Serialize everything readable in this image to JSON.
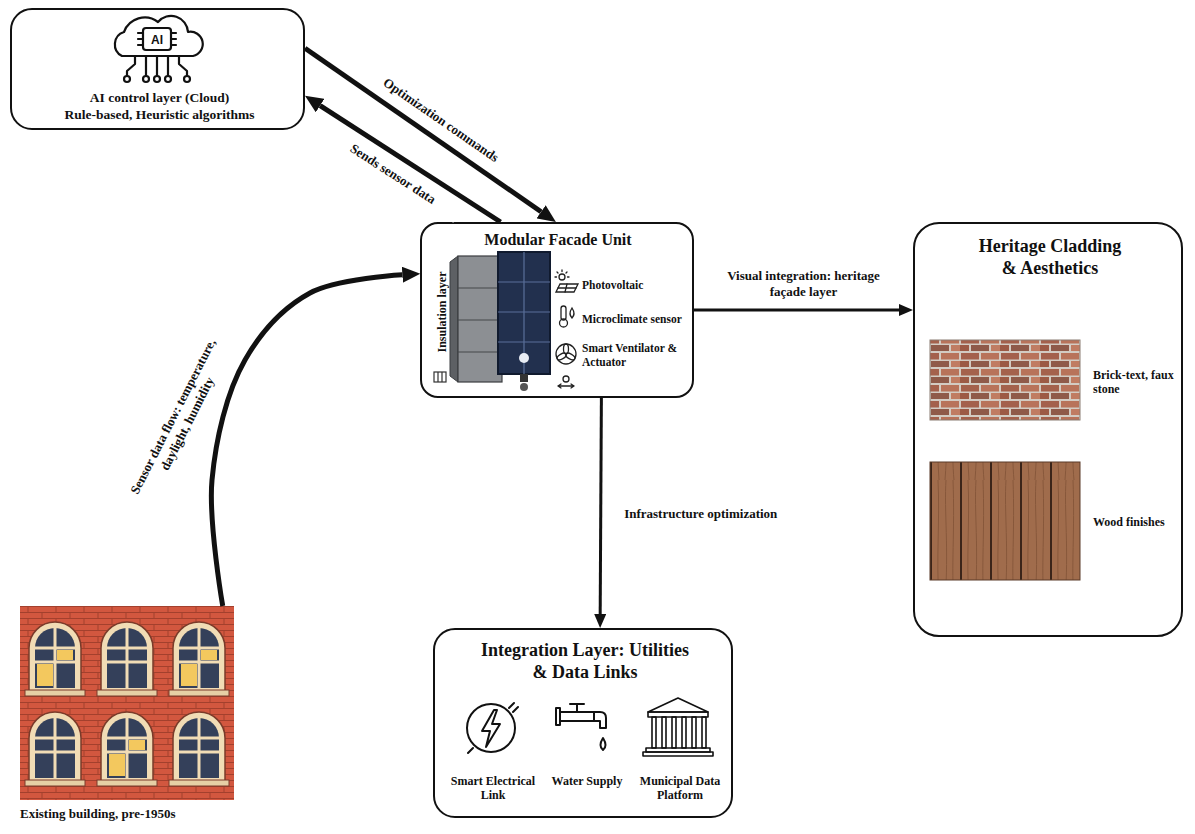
{
  "diagram": {
    "nodes": [
      {
        "text": [
          "AI control layer (Cloud)",
          "Rule-based, Heuristic algorithms"
        ]
      },
      {
        "text": [
          "Modular Facade Unit",
          "Insulation layer",
          "Photovoltaic",
          "Microclimate sensor",
          "Smart Ventilator & Actuator"
        ]
      },
      {
        "text": [
          "Heritage Cladding & Aesthetics",
          "Brick-text, faux stone",
          "Wood finishes"
        ]
      },
      {
        "text": [
          "Integration Layer: Utilities & Data Links",
          "Smart Electrical Link",
          "Water Supply",
          "Municipal Data Platform"
        ]
      },
      {
        "text": [
          "Existing building, pre-1950s"
        ]
      }
    ],
    "edges": [
      {
        "from": 0,
        "to": 1,
        "label": "Optimization commands",
        "arrow": "to"
      },
      {
        "from": 1,
        "to": 0,
        "label": "Sends sensor data",
        "arrow": "to"
      },
      {
        "from": 4,
        "to": 1,
        "label": "Sensor data flow: temperature, daylight, humidity",
        "arrow": "to"
      },
      {
        "from": 1,
        "to": 2,
        "label": "Visual integration: heritage façade layer",
        "arrow": "to"
      },
      {
        "from": 1,
        "to": 3,
        "label": "Infrastructure optimization",
        "arrow": "to"
      }
    ],
    "labels": [
      "AI"
    ]
  }
}
